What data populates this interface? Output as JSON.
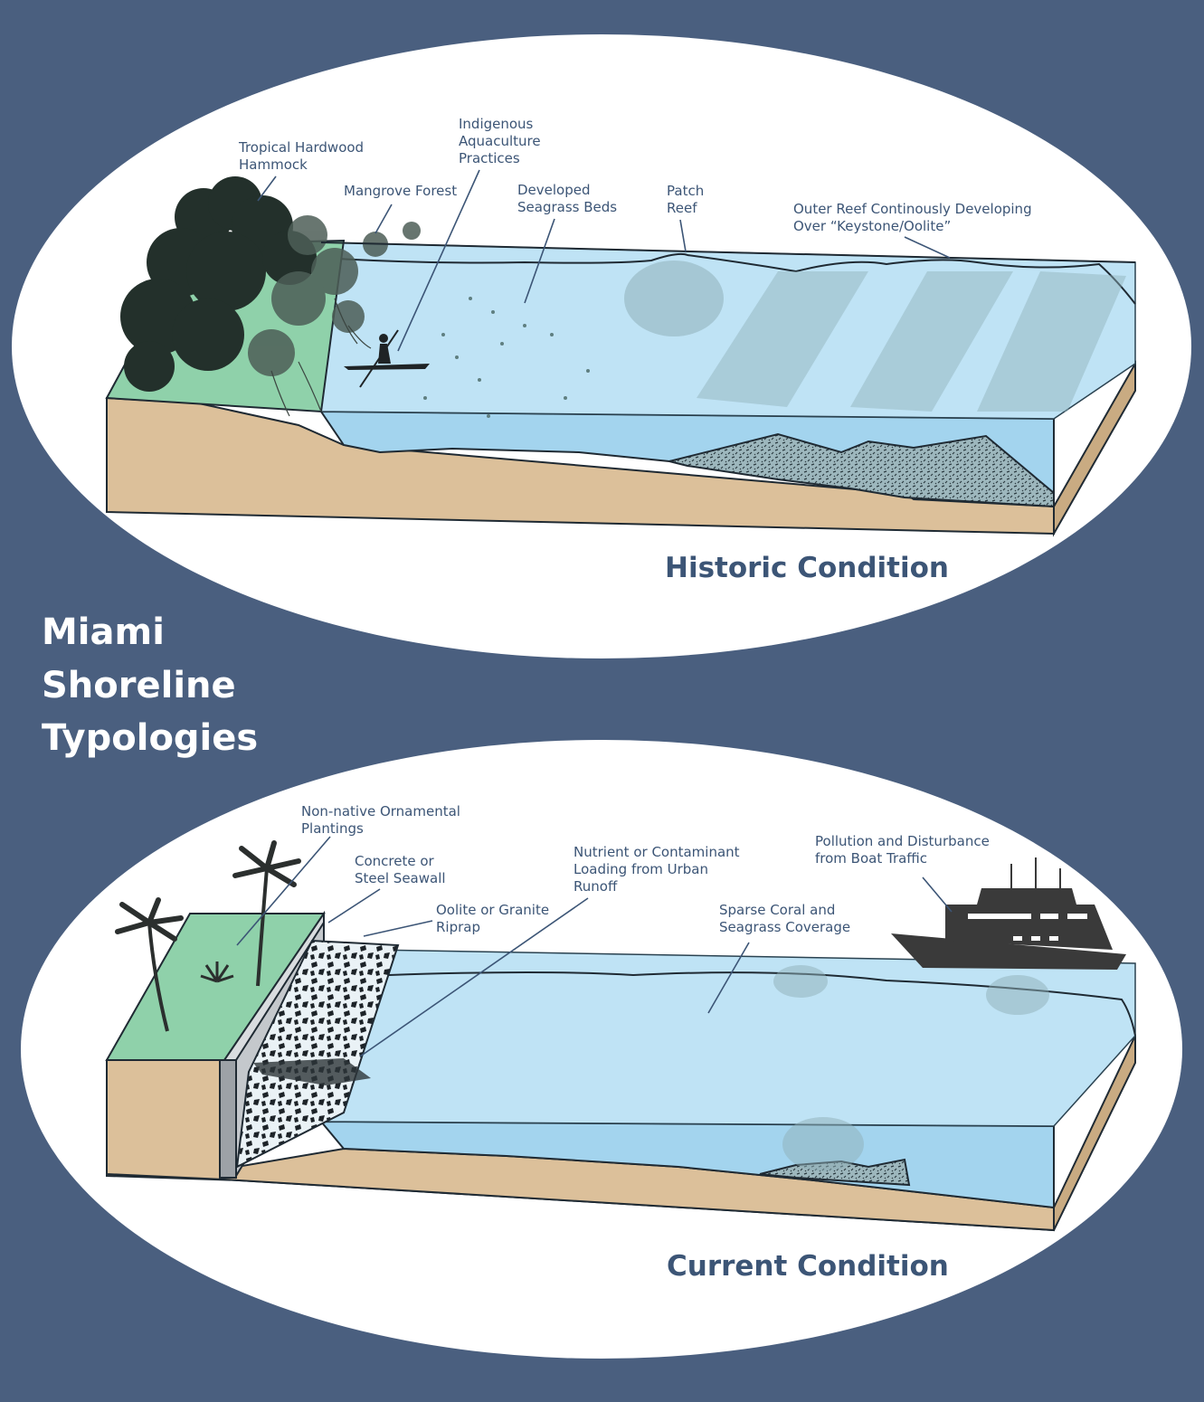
{
  "title": [
    "Miami",
    "Shoreline",
    "Typologies"
  ],
  "colors": {
    "background": "#4a5f7f",
    "water": "#a9d8f0",
    "sand": "#dcc09a",
    "land": "#8fd1aa",
    "reef": "#8aa8b0",
    "text": "#3c5576"
  },
  "historic": {
    "heading": "Historic Condition",
    "labels": {
      "hammock": [
        "Tropical Hardwood",
        "Hammock"
      ],
      "mangrove": [
        "Mangrove Forest"
      ],
      "aquaculture": [
        "Indigenous",
        "Aquaculture",
        "Practices"
      ],
      "seagrass": [
        "Developed",
        "Seagrass Beds"
      ],
      "patch_reef": [
        "Patch",
        "Reef"
      ],
      "outer_reef": [
        "Outer Reef Continously Developing",
        "Over “Keystone/Oolite”"
      ]
    }
  },
  "current": {
    "heading": "Current Condition",
    "labels": {
      "plantings": [
        "Non-native Ornamental",
        "Plantings"
      ],
      "seawall": [
        "Concrete or",
        "Steel Seawall"
      ],
      "riprap": [
        "Oolite or Granite",
        "Riprap"
      ],
      "runoff": [
        "Nutrient or Contaminant",
        "Loading from Urban",
        "Runoff"
      ],
      "boat": [
        "Pollution and Disturbance",
        "from Boat Traffic"
      ],
      "sparse": [
        "Sparse Coral and",
        "Seagrass Coverage"
      ]
    }
  }
}
